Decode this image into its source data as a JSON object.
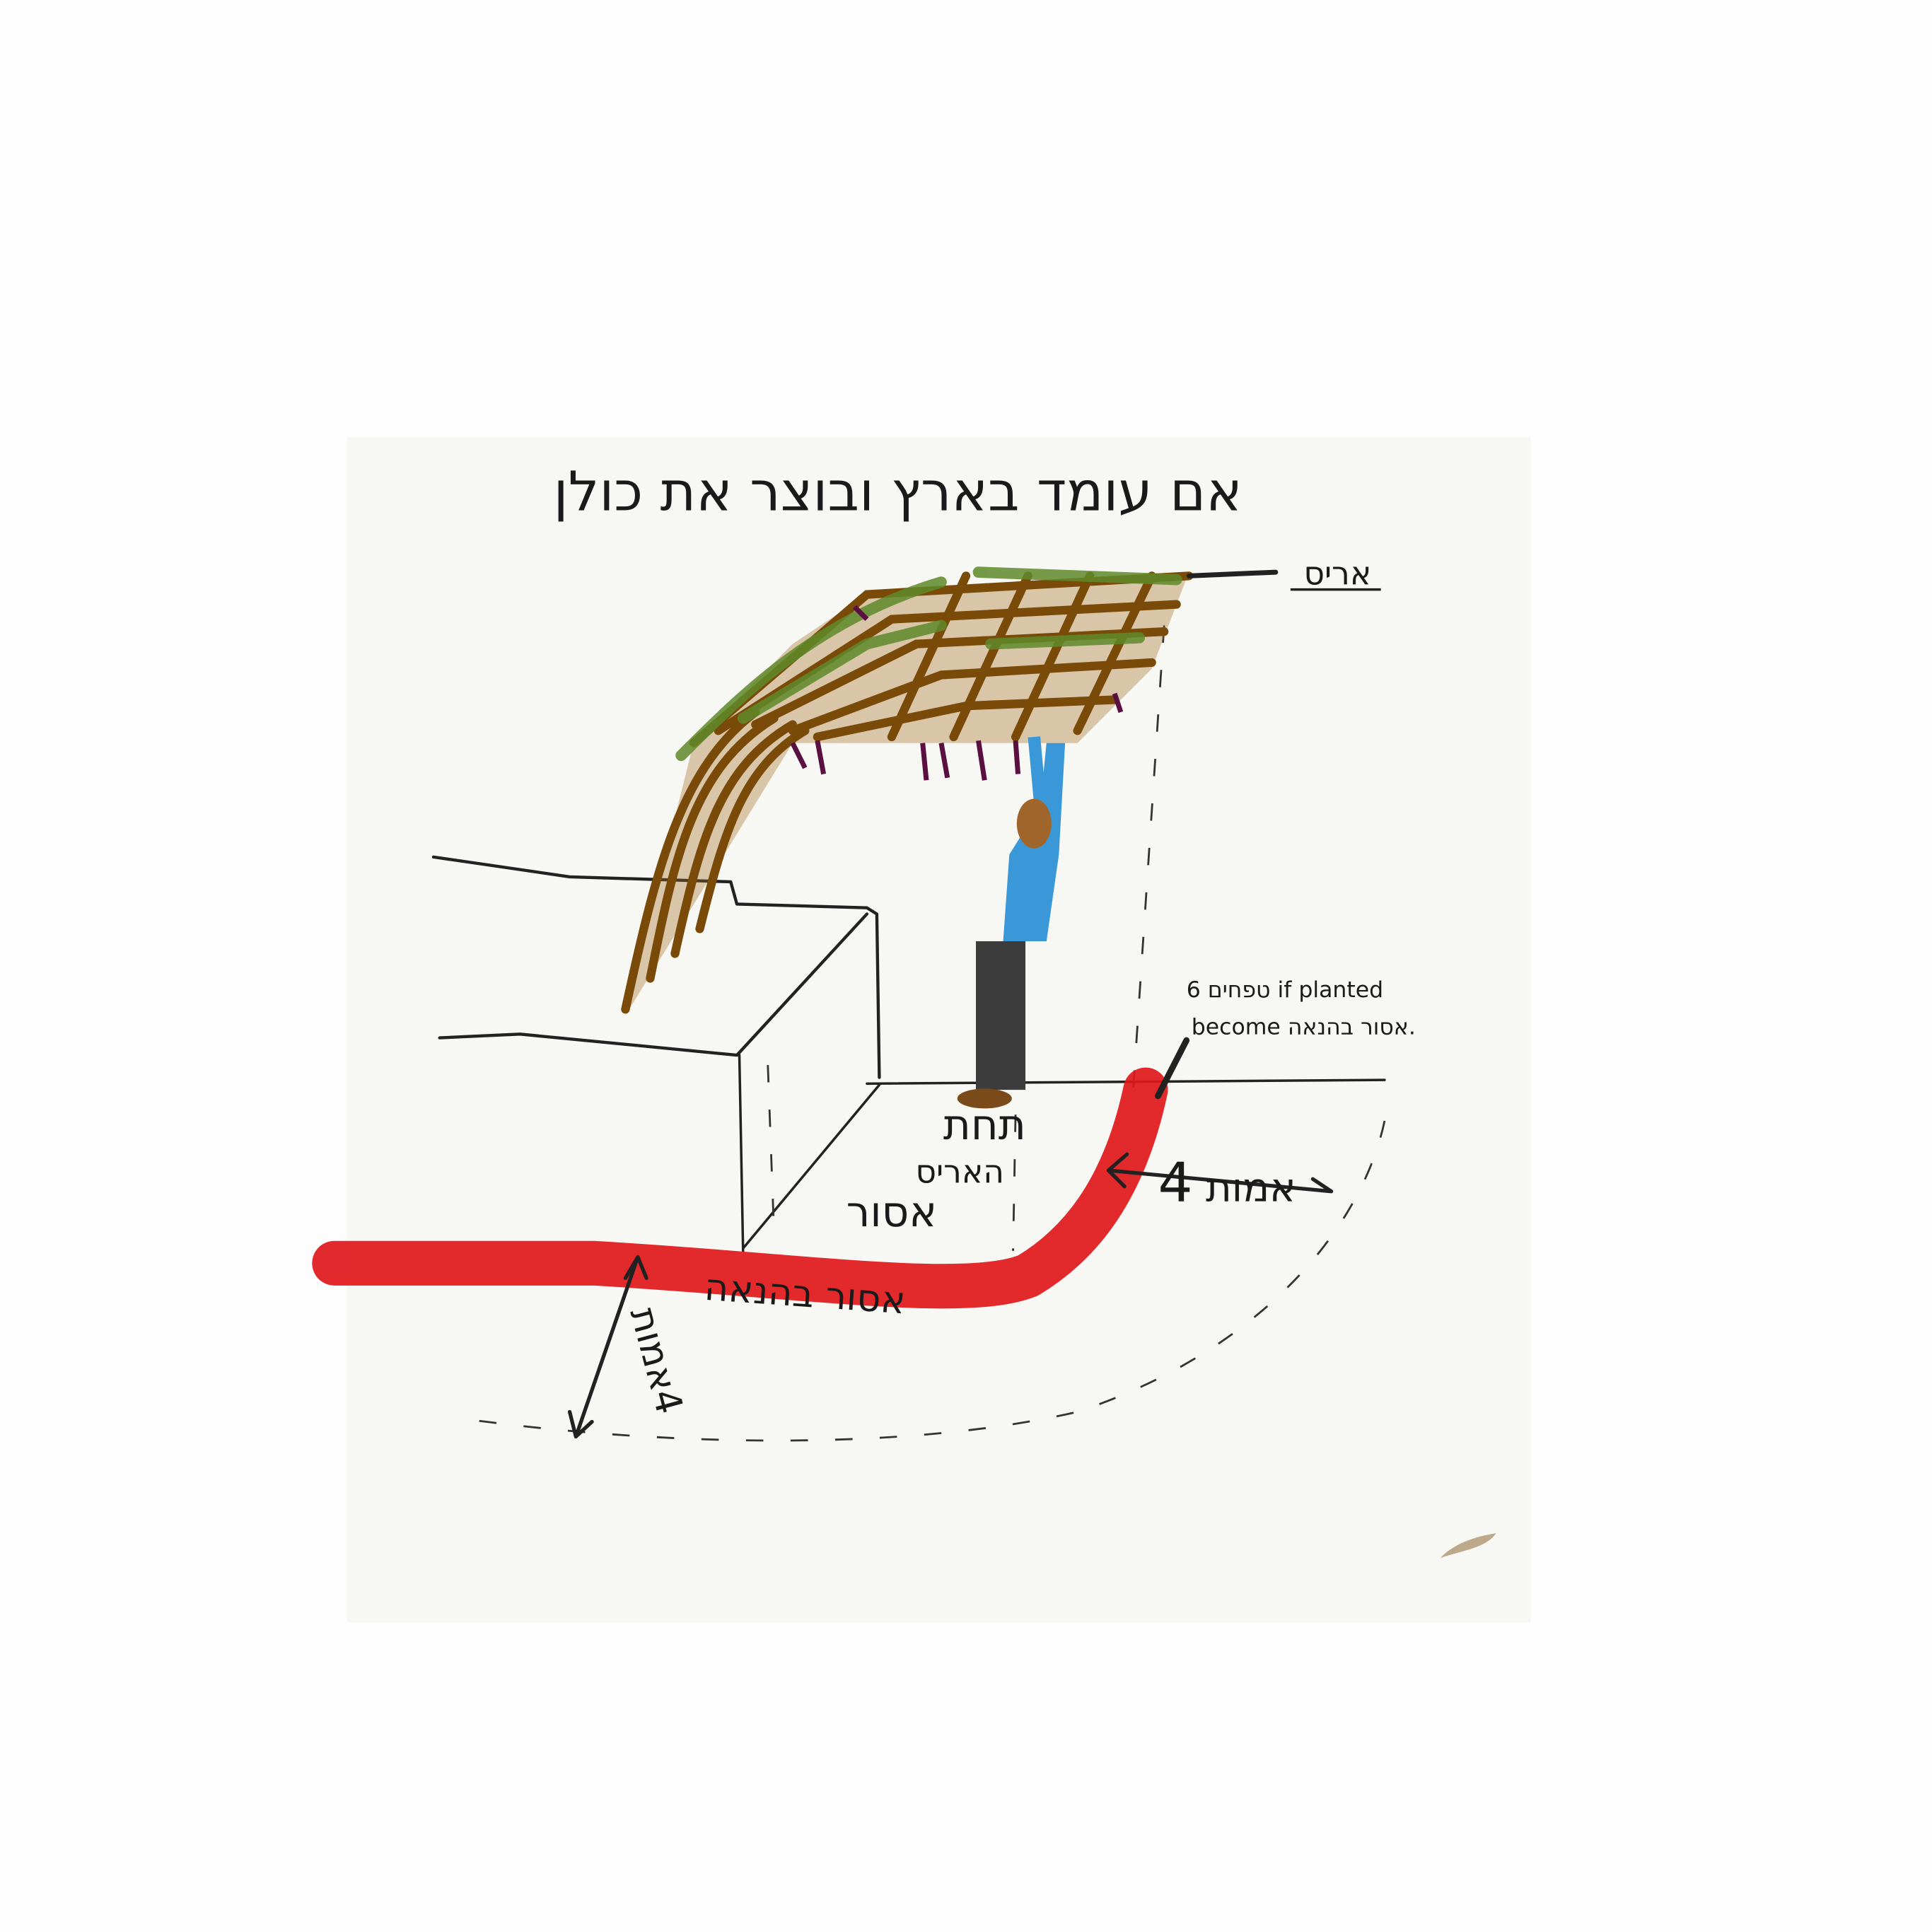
{
  "title": "אם עומד בארץ ובוצר את כולן",
  "labels": {
    "aris": "אריס",
    "under_line1": "תחת",
    "under_line2": "האריס",
    "under_line3": "אסור",
    "forbidden": "אסור בהנאה",
    "four_amot_right_num": "4",
    "four_amot_right_word": "אמות",
    "four_amot_left": "4אמות",
    "note_line1": "6 טפחים if planted",
    "note_line2": "become אסור בהנאה."
  },
  "colors": {
    "canvas": "#f7f7f3",
    "page": "#fdfdfd",
    "forbidden_zone": "#e0181c",
    "vine_brown": "#7a4a08",
    "vine_green": "#5f8a2a",
    "grapes": "#5a1040",
    "shirt": "#3a98d8",
    "pants": "#3c3c3c"
  }
}
